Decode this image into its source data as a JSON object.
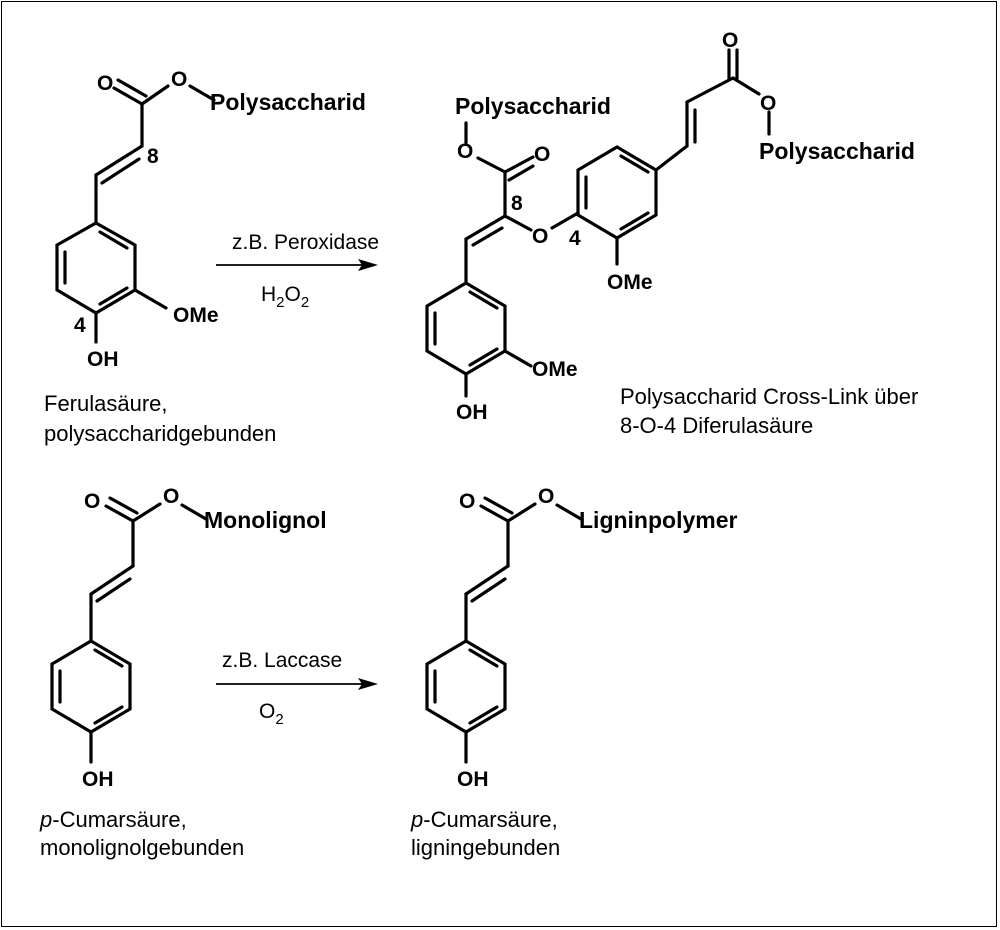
{
  "reaction_1": {
    "reactant": {
      "ester_o": "O",
      "ether_o": "O",
      "substituent": "Polysaccharid",
      "locant_8": "8",
      "locant_4": "4",
      "ome": "OMe",
      "oh": "OH",
      "caption_line1": "Ferulasäure,",
      "caption_line2": "polysaccharidgebunden"
    },
    "arrow": {
      "reagent_above": "z.B. Peroxidase",
      "reagent_below_h": "H",
      "reagent_below_sub1": "2",
      "reagent_below_o": "O",
      "reagent_below_sub2": "2"
    },
    "product": {
      "substituent_left": "Polysaccharid",
      "substituent_right": "Polysaccharid",
      "o_top_right": "O",
      "o_right_ester": "O",
      "o_left_ester_top": "O",
      "o_left_carbonyl": "O",
      "o_bridge": "O",
      "locant_8": "8",
      "locant_4": "4",
      "ome_upper": "OMe",
      "ome_lower": "OMe",
      "oh": "OH",
      "caption_line1": "Polysaccharid Cross-Link über",
      "caption_line2": "8-O-4 Diferulasäure"
    }
  },
  "reaction_2": {
    "reactant": {
      "ester_o": "O",
      "ether_o": "O",
      "substituent": "Monolignol",
      "oh": "OH",
      "caption_italic": "p",
      "caption_line1_rest": "-Cumarsäure,",
      "caption_line2": "monolignolgebunden"
    },
    "arrow": {
      "reagent_above": "z.B. Laccase",
      "reagent_below_o": "O",
      "reagent_below_sub": "2"
    },
    "product": {
      "ester_o": "O",
      "ether_o": "O",
      "substituent": "Ligninpolymer",
      "oh": "OH",
      "caption_italic": "p",
      "caption_line1_rest": "-Cumarsäure,",
      "caption_line2": "ligningebunden"
    }
  }
}
